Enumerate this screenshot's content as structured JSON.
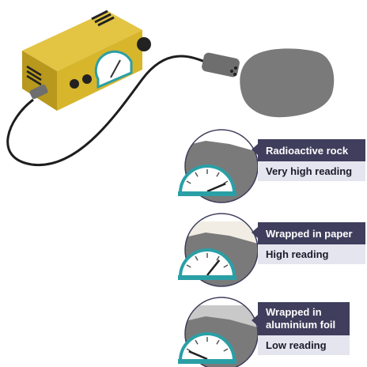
{
  "panels": [
    {
      "title": "Radioactive rock",
      "reading": "Very high reading",
      "covering": "none",
      "needle_level": 0.85
    },
    {
      "title": "Wrapped in paper",
      "reading": "High reading",
      "covering": "paper",
      "needle_level": 0.7
    },
    {
      "title": "Wrapped in aluminium foil",
      "title_lines": [
        "Wrapped in",
        "aluminium foil"
      ],
      "reading": "Low reading",
      "covering": "aluminium foil",
      "needle_level": 0.15
    }
  ],
  "colors": {
    "counter_body": "#d7b62c",
    "counter_shadow": "#b8981d",
    "dial_teal": "#2a9fa6",
    "label_dark": "#3f3e5c",
    "label_light": "#e5e5ef",
    "rock": "#7a7a7a",
    "paper": "#f2ede4",
    "foil": "#c9c9c9"
  }
}
